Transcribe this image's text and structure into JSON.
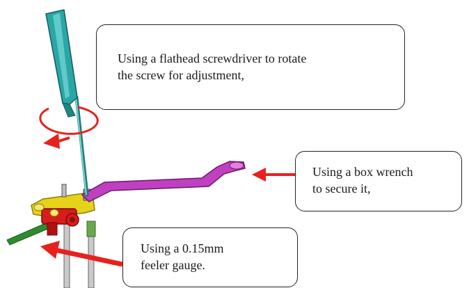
{
  "callouts": {
    "screwdriver": {
      "line1": "Using a flathead screwdriver to rotate",
      "line2": "the screw for adjustment,"
    },
    "wrench": {
      "line1": "Using a box wrench",
      "line2": "to secure it,"
    },
    "feeler": {
      "line1": "Using a 0.15mm",
      "line2": "feeler gauge."
    }
  },
  "colors": {
    "screwdriver": "#2aa6a6",
    "box_wrench": "#c040c0",
    "rocker_arm": "#e6d21a",
    "engine_part_red": "#d81c1c",
    "feeler_gauge": "#2e8b2e",
    "arrow": "#e8211e"
  },
  "icons": {
    "rotation": "curved-rotation-arrow-icon",
    "pointer": "red-pointer-arrow-icon"
  }
}
